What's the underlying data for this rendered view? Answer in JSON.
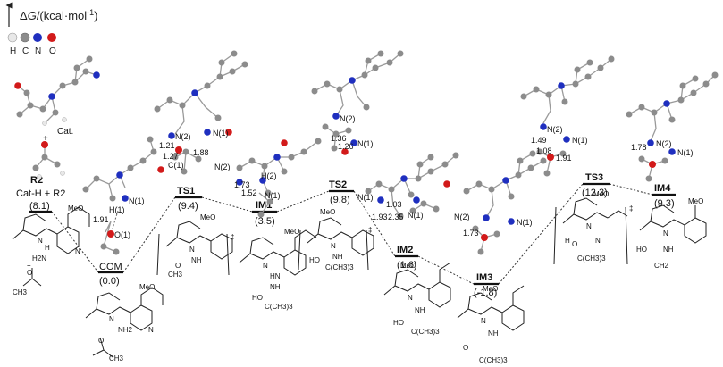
{
  "axis": {
    "label_delta": "Δ",
    "label_var": "G",
    "label_unit": "/(kcal·mol",
    "label_exp": "-1",
    "label_close": ")"
  },
  "atom_legend": [
    {
      "symbol": "H",
      "color": "#e8e8e8"
    },
    {
      "symbol": "C",
      "color": "#8c8c8c"
    },
    {
      "symbol": "N",
      "color": "#1f2fbf"
    },
    {
      "symbol": "O",
      "color": "#d21a1a"
    }
  ],
  "levels": [
    {
      "id": "R2",
      "name": "Cat-H + R2",
      "energy": "(8.1)"
    },
    {
      "id": "COM",
      "name": "COM",
      "energy": "(0.0)"
    },
    {
      "id": "TS1",
      "name": "TS1",
      "energy": "(9.4)"
    },
    {
      "id": "IM1",
      "name": "IM1",
      "energy": "(3.5)"
    },
    {
      "id": "TS2",
      "name": "TS2",
      "energy": "(9.8)"
    },
    {
      "id": "IM2",
      "name": "IM2",
      "energy": "(1.6)"
    },
    {
      "id": "IM3",
      "name": "IM3",
      "energy": "(-1.8)"
    },
    {
      "id": "TS3",
      "name": "TS3",
      "energy": "(12.3)"
    },
    {
      "id": "IM4",
      "name": "IM4",
      "energy": "(9.3)"
    }
  ],
  "r2_labels": {
    "cat": "Cat.",
    "plus": "+",
    "r2": "R2"
  },
  "geometry_labels": {
    "com": [
      "N(1)",
      "H(1)",
      "1.91",
      "O(1)"
    ],
    "ts1": [
      "N(2)",
      "N(1)",
      "1.21",
      "1.27",
      "1.88",
      "C(1)"
    ],
    "im1": [
      "N(2)",
      "H(2)",
      "1.73",
      "1.52",
      "N(1)"
    ],
    "ts2": [
      "N(2)",
      "1.36",
      "1.26",
      "N(1)"
    ],
    "im2": [
      "N(1)",
      "1.03",
      "1.93",
      "2.35",
      "N(1)"
    ],
    "im3": [
      "N(2)",
      "N(1)",
      "1.73"
    ],
    "ts3": [
      "N(2)",
      "N(1)",
      "1.49",
      "1.08",
      "1.91"
    ],
    "im4": [
      "N(2)",
      "N(1)",
      "1.78"
    ]
  },
  "structure_labels": {
    "meo": "MeO",
    "n": "N",
    "nh": "NH",
    "nh2": "NH2",
    "h": "H",
    "o": "O",
    "ho": "HO",
    "h2n": "H2N",
    "hn": "HN",
    "ch3": "CH3",
    "ch2": "CH2",
    "cch33": "C(CH3)3",
    "dagger": "‡",
    "plus": "+"
  }
}
